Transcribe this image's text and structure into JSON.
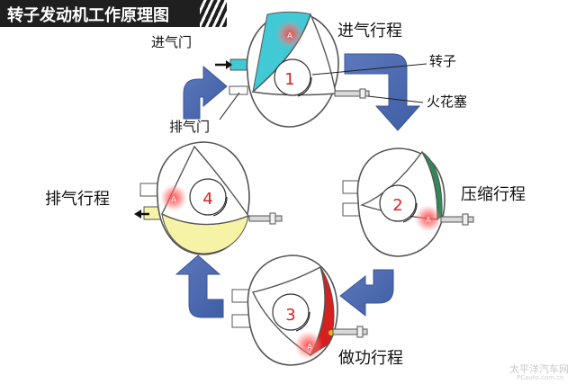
{
  "title": "转子发动机工作原理图",
  "labels": {
    "intake_stroke": "进气行程",
    "compression_stroke": "压缩行程",
    "power_stroke": "做功行程",
    "exhaust_stroke": "排气行程",
    "intake_port": "进气门",
    "exhaust_port": "排气门",
    "rotor": "转子",
    "spark_plug": "火花塞"
  },
  "stages": [
    {
      "number": "1",
      "chamber_color": "#41c9d6"
    },
    {
      "number": "2",
      "chamber_color": "#2e8b57"
    },
    {
      "number": "3",
      "chamber_color": "#d61f1f"
    },
    {
      "number": "4",
      "chamber_color": "#f7f3a6"
    }
  ],
  "apex_mark": "A",
  "watermark": "太平洋汽车网",
  "watermark_sub": "PCauto.com.cn",
  "colors": {
    "arrow_blue": "#4a68ad",
    "title_bg": "#1f1f1f",
    "number_red": "#e02020"
  }
}
